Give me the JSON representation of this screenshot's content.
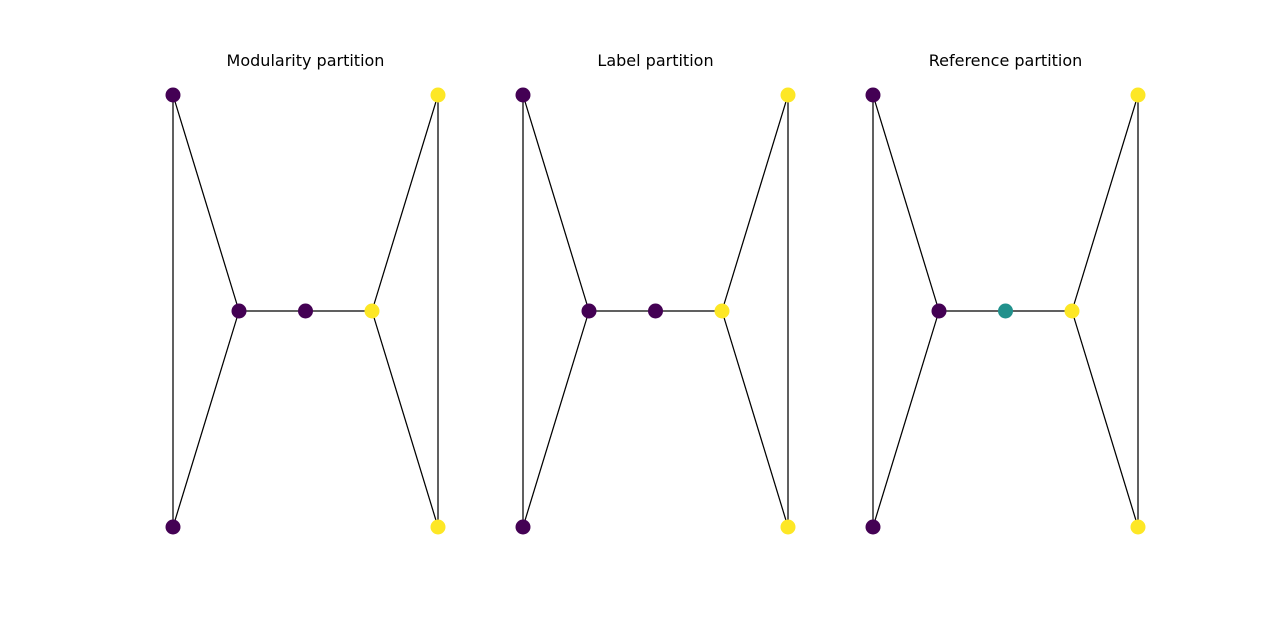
{
  "colors": {
    "purple": "#440154",
    "teal": "#21918c",
    "yellow": "#fde725",
    "edge": "#000000",
    "background": "#ffffff"
  },
  "graph": {
    "nodes": [
      "top-left",
      "bottom-left",
      "left-hub",
      "center",
      "right-hub",
      "top-right",
      "bottom-right"
    ],
    "edges": [
      [
        "top-left",
        "bottom-left"
      ],
      [
        "top-left",
        "left-hub"
      ],
      [
        "bottom-left",
        "left-hub"
      ],
      [
        "left-hub",
        "center"
      ],
      [
        "center",
        "right-hub"
      ],
      [
        "right-hub",
        "top-right"
      ],
      [
        "right-hub",
        "bottom-right"
      ],
      [
        "top-right",
        "bottom-right"
      ]
    ]
  },
  "panels": [
    {
      "id": "modularity",
      "title": "Modularity partition",
      "node_colors": [
        "purple",
        "purple",
        "purple",
        "purple",
        "yellow",
        "yellow",
        "yellow"
      ]
    },
    {
      "id": "label",
      "title": "Label partition",
      "node_colors": [
        "purple",
        "purple",
        "purple",
        "purple",
        "yellow",
        "yellow",
        "yellow"
      ]
    },
    {
      "id": "reference",
      "title": "Reference partition",
      "node_colors": [
        "purple",
        "purple",
        "purple",
        "teal",
        "yellow",
        "yellow",
        "yellow"
      ]
    }
  ]
}
